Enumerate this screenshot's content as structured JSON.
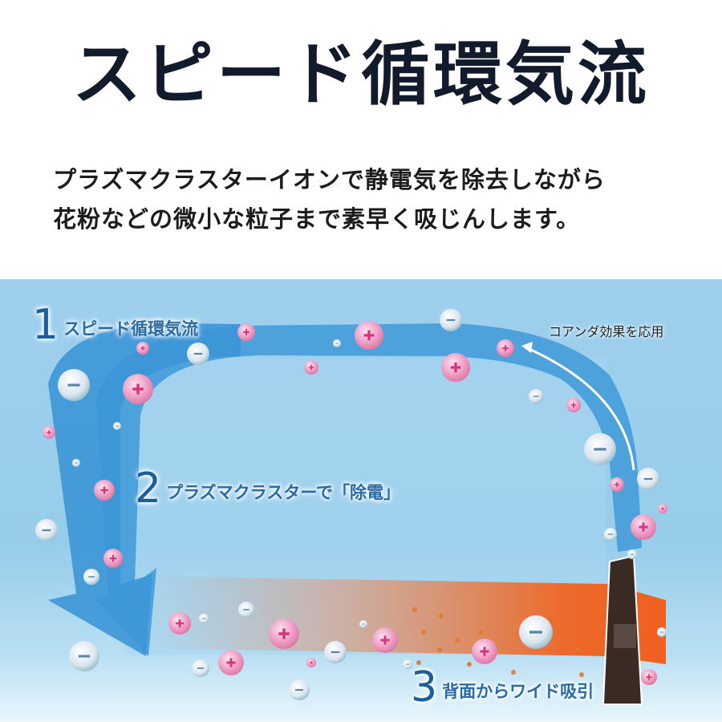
{
  "header": {
    "title": "スピード循環気流",
    "description_lines": [
      "プラズマクラスターイオンで静電気を除去しながら",
      "花粉などの微小な粒子まで素早く吸じんします。"
    ]
  },
  "diagram": {
    "steps": [
      {
        "number": "1",
        "label": "スピード循環気流"
      },
      {
        "number": "2",
        "label": "プラズマクラスターで「除電」"
      },
      {
        "number": "3",
        "label": "背面からワイド吸引"
      }
    ],
    "annotation": "コアンダ効果を応用",
    "particles": {
      "positive_symbol": "+",
      "negative_symbol": "−"
    },
    "colors": {
      "background": "#9fd0ee",
      "airflow": "#3f9ad8",
      "intake": "#ee6a2a",
      "positive": "#e98bb8",
      "negative": "#dfe9f1",
      "text": "#1b5e9c"
    }
  }
}
